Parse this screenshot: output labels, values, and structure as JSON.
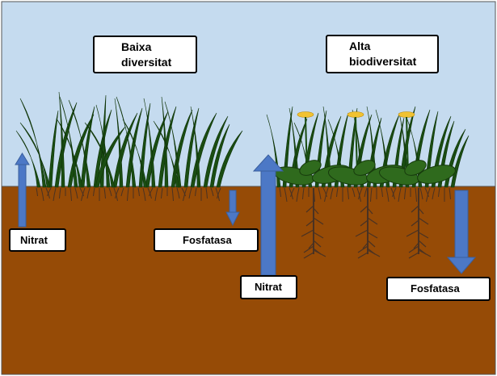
{
  "colors": {
    "sky": "#c5dbef",
    "soil": "#964b06",
    "arrow": "#4c78c6",
    "grass": "#1a4d12",
    "leaf": "#2f6a1d",
    "root": "#4a3222",
    "flower": "#f1c232"
  },
  "panels": {
    "low": {
      "title_line1": "Baixa",
      "title_line2": "diversitat"
    },
    "high": {
      "title_line1": "Alta",
      "title_line2": "biodiversitat"
    }
  },
  "labels": {
    "low_nitrate": "Nitrat",
    "low_phosphatase": "Fosfatasa",
    "high_nitrate": "Nitrat",
    "high_phosphatase": "Fosfatasa"
  }
}
